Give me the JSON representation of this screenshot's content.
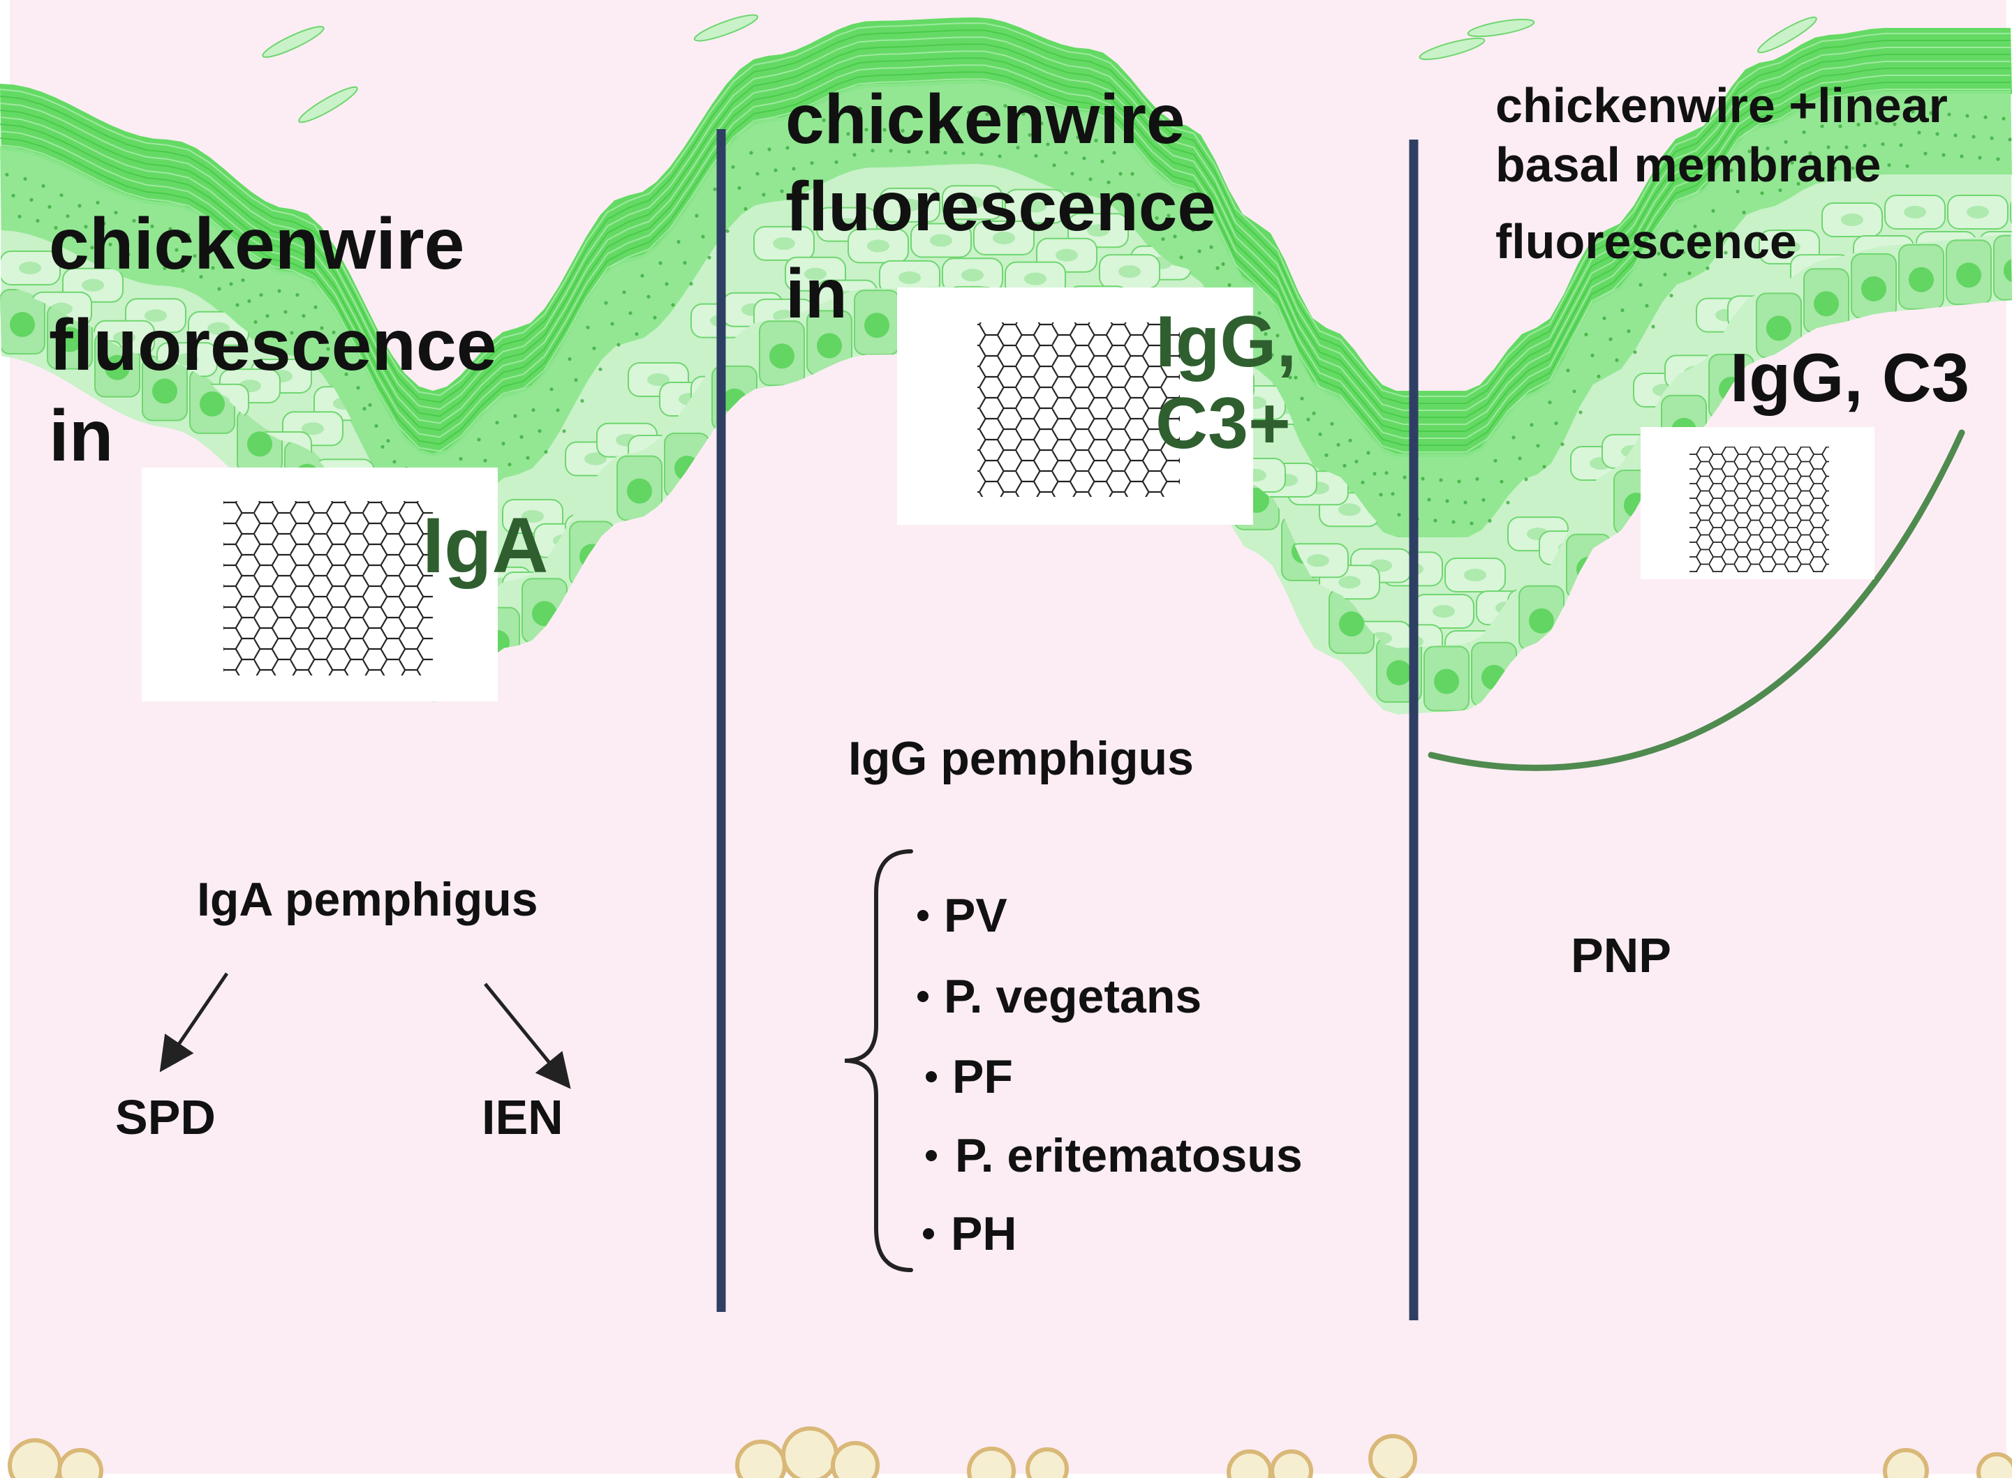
{
  "panels": [
    {
      "heading_lines": [
        "chickenwire",
        "fluorescence",
        "in"
      ],
      "immune_label": "IgA",
      "disease_label": "IgA pemphigus",
      "subtypes": [
        "SPD",
        "IEN"
      ]
    },
    {
      "heading_lines": [
        "chickenwire",
        "fluorescence",
        "in"
      ],
      "immune_label_lines": [
        "IgG,",
        "C3+"
      ],
      "disease_label": "IgG pemphigus",
      "subtypes": [
        "PV",
        "P. vegetans",
        "PF",
        "P. eritematosus",
        "PH"
      ]
    },
    {
      "heading_lines": [
        "chickenwire +linear",
        "basal membrane",
        "fluorescence"
      ],
      "immune_label": "IgG, C3",
      "disease_label": "PNP"
    }
  ],
  "colors": {
    "background": "#fcedf4",
    "epidermis_dark": "#5fd85f",
    "epidermis_mid": "#8de58d",
    "epidermis_light": "#c9f2c9",
    "cell_outline": "#6fd66f",
    "divider": "#2f3f63",
    "immune_text": "#2f5f2f",
    "basement_line": "#4f8a4f",
    "fat_cell": "#f6eed0",
    "fat_outline": "#d9b878"
  }
}
